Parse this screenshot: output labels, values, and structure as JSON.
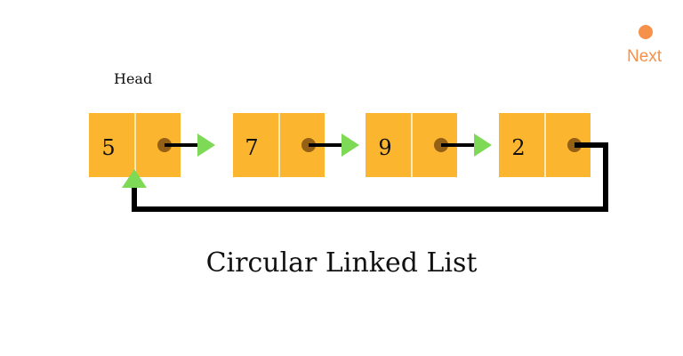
{
  "diagram": {
    "head_label": "Head",
    "title": "Circular Linked List",
    "nodes": [
      {
        "value": "5"
      },
      {
        "value": "7"
      },
      {
        "value": "9"
      },
      {
        "value": "2"
      }
    ],
    "legend": {
      "label": "Next",
      "color": "#f5914a"
    },
    "colors": {
      "node_fill": "#fbb52f",
      "node_divider": "#fde9b8",
      "pointer_dot": "#946016",
      "arrow_head": "#7ed957",
      "link_line": "#000000"
    }
  }
}
